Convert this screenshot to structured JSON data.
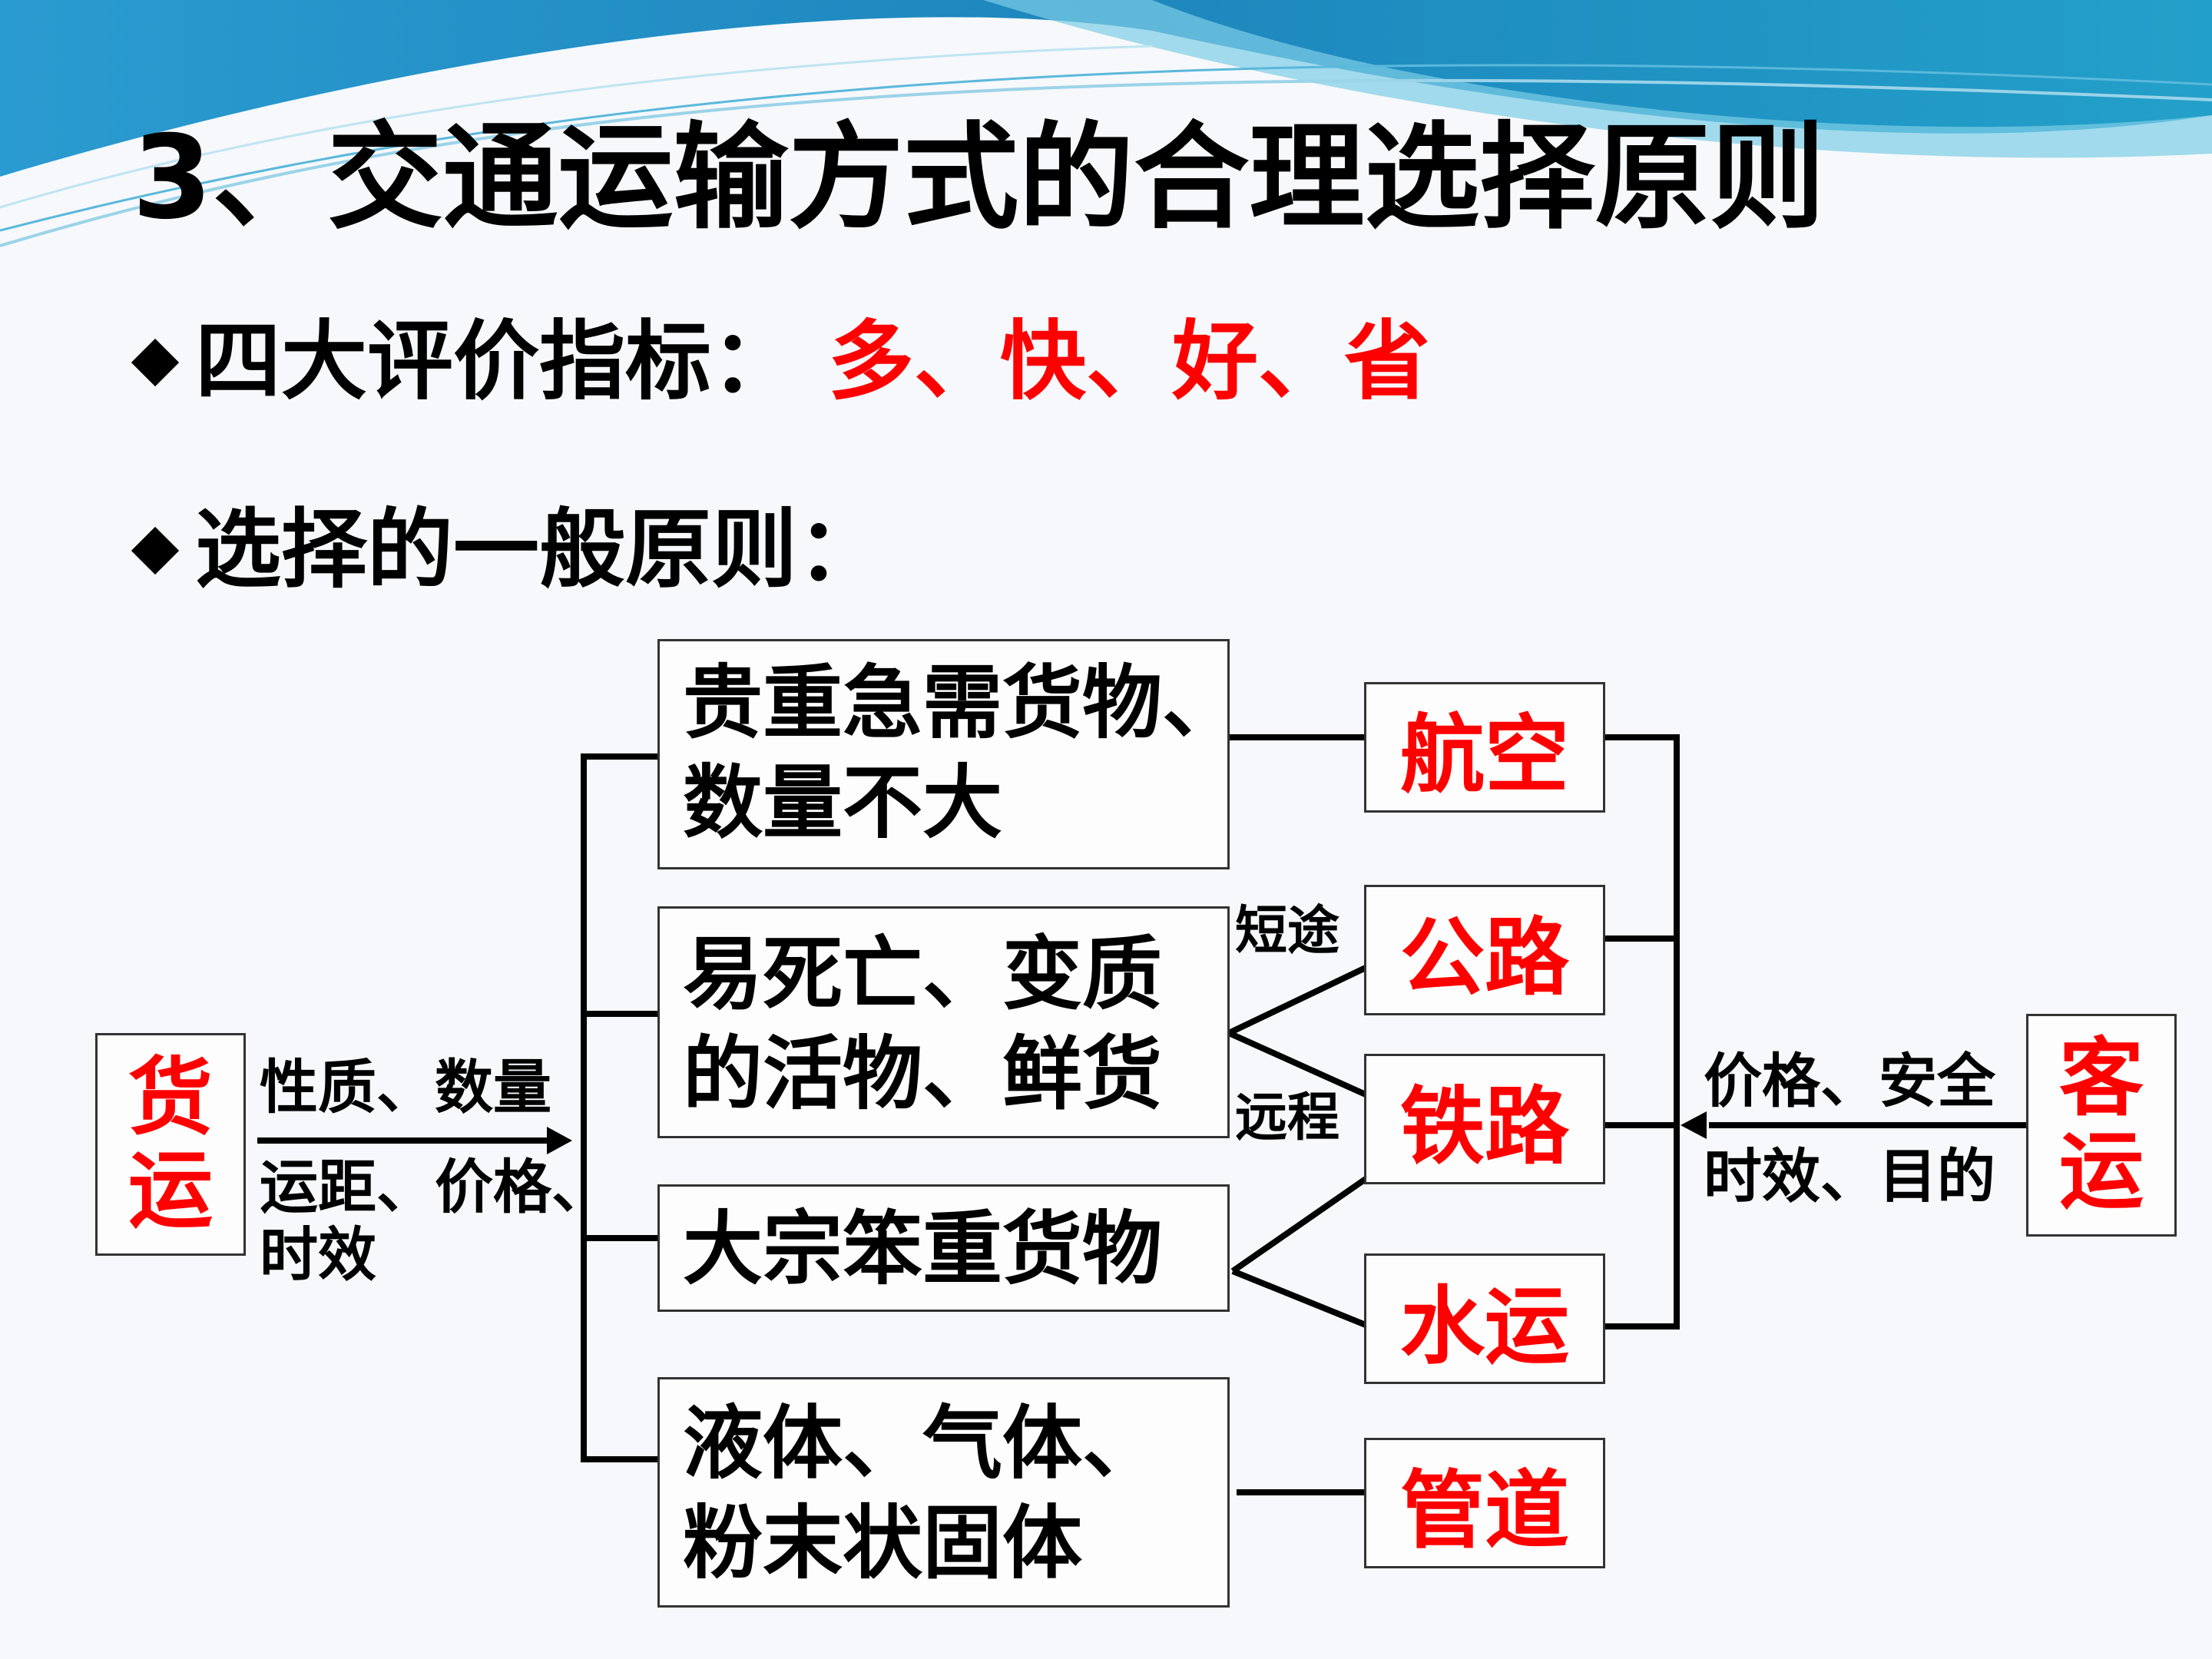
{
  "title": "3、交通运输方式的合理选择原则",
  "bullets": {
    "indicators_label": "四大评价指标：",
    "indicators_value": "多、快、好、省",
    "principle_label": "选择的一般原则："
  },
  "freight": {
    "label_top": "货",
    "label_bottom": "运",
    "factors_line1": "性质、数量",
    "factors_line2": "运距、价格、",
    "factors_line3": "时效"
  },
  "passenger": {
    "label_top": "客",
    "label_bottom": "运",
    "factors_line1": "价格、安全",
    "factors_line2": "时效、目的"
  },
  "cargo_types": [
    {
      "line1": "贵重急需货物、",
      "line2": "数量不大"
    },
    {
      "line1": "易死亡、变质",
      "line2": "的活物、鲜货"
    },
    {
      "line1": "大宗笨重货物",
      "line2": ""
    },
    {
      "line1": "液体、气体、",
      "line2": "粉末状固体"
    }
  ],
  "distance_labels": {
    "short": "短途",
    "long": "远程"
  },
  "modes": {
    "air": "航空",
    "road": "公路",
    "rail": "铁路",
    "water": "水运",
    "pipeline": "管道"
  },
  "colors": {
    "accent_red": "#ff0000",
    "header_blue": "#1b8fc4",
    "text": "#000000"
  }
}
